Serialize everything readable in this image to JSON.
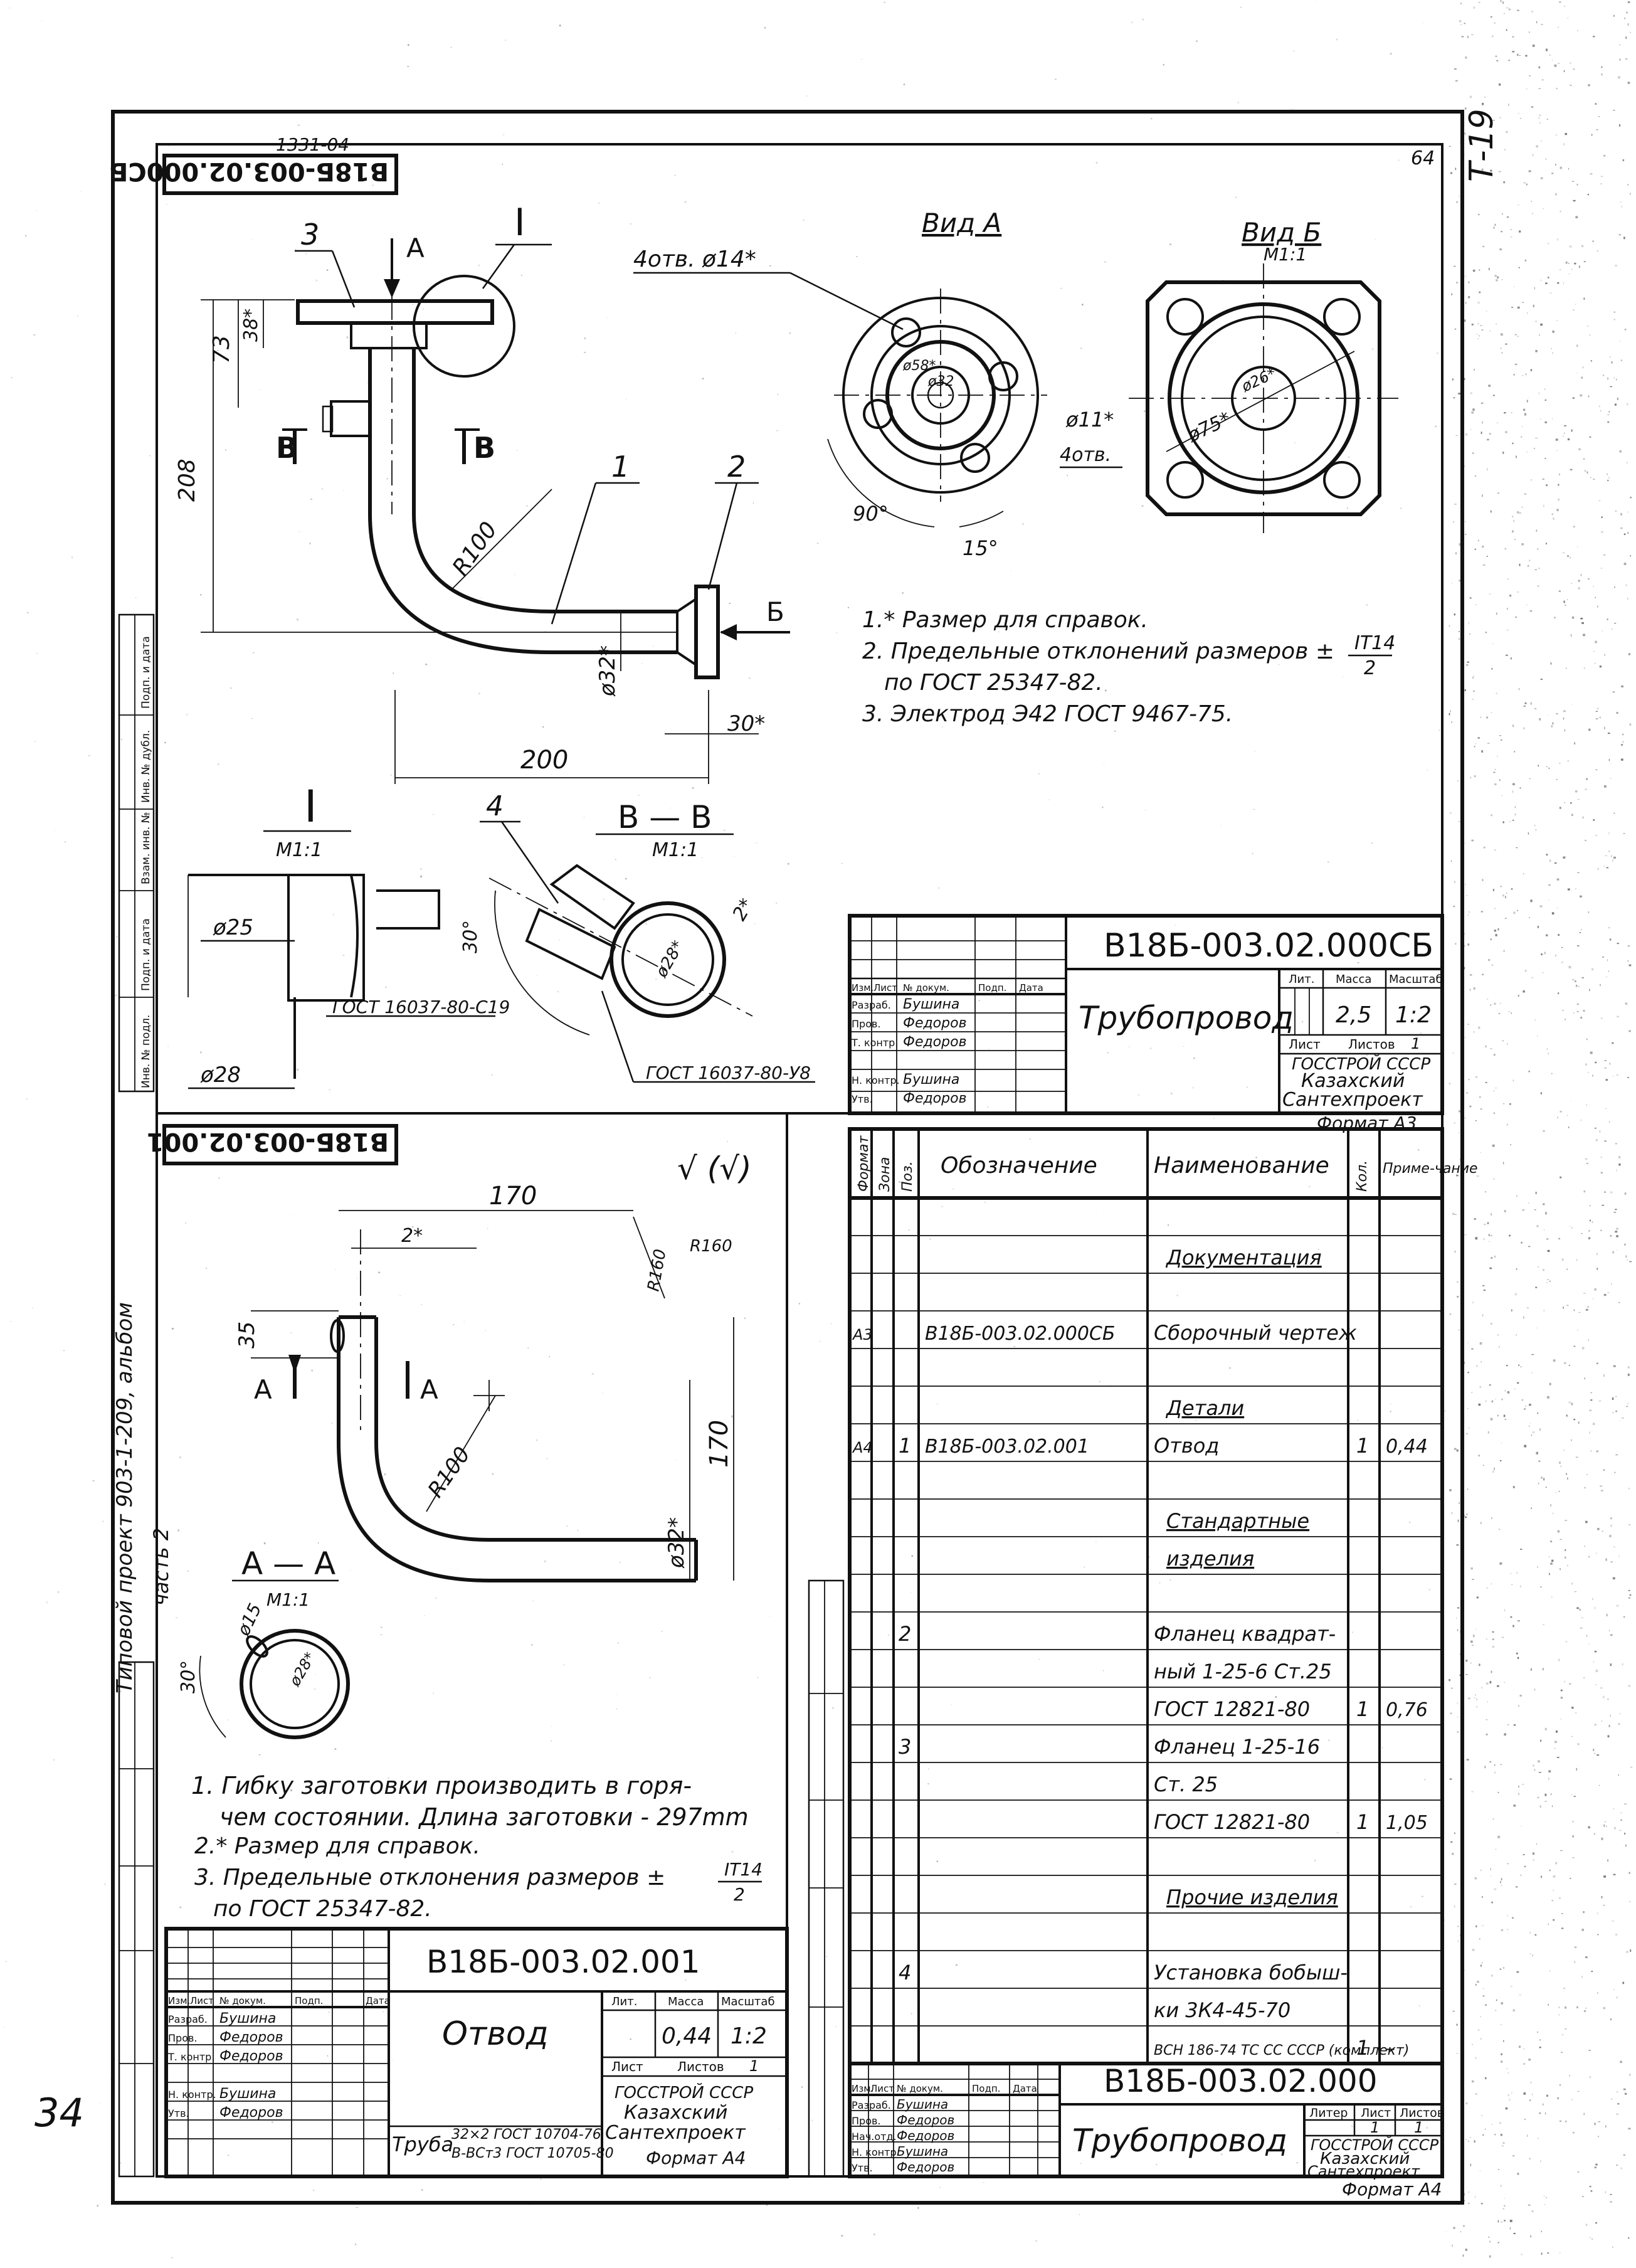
{
  "sheet": {
    "page_number_left": "34",
    "sheet_number_corner": "64",
    "margin_handwritten": "Т-19",
    "left_margin_note_1": "Типовой проект 903-1-209, альбом",
    "left_margin_note_2": "часть 2",
    "margin_labels": [
      "Подп. и дата",
      "Инв. № дубл.",
      "Взам. инв. №",
      "Подп. и дата",
      "Инв. № подл."
    ]
  },
  "assembly_drawing": {
    "stamp_code_rotated": "В18Б-003.02.000СБ",
    "stamp_prefix": "1331-04",
    "view_a_title": "Вид А",
    "view_b_title": "Вид Б",
    "view_b_scale": "М1:1",
    "section_bb_title": "В — В",
    "section_bb_scale": "М1:1",
    "detail_i_title": "I",
    "detail_i_scale": "М1:1",
    "labels": {
      "pos_1": "1",
      "pos_2": "2",
      "pos_3": "3",
      "pos_4": "4",
      "detail_callout": "I",
      "arrow_a": "А",
      "arrow_b": "Б",
      "section_b_left": "В",
      "section_b_right": "В"
    },
    "dims": {
      "d38": "38*",
      "d73": "73",
      "d208": "208",
      "r100": "R100",
      "d32": "ø32*",
      "d30": "30*",
      "d200": "200",
      "holes_view_a": "4отв. ø14*",
      "d58": "ø58*",
      "d32a": "ø32",
      "d11": "ø11*",
      "holes_view_b": "4отв.",
      "d75": "ø75*",
      "d26": "ø26*",
      "angle90": "90°",
      "angle15": "15°",
      "d25": "ø25",
      "d28": "ø28",
      "gost_weld_1": "ГОСТ 16037-80-С19",
      "angle30": "30°",
      "d28b": "ø28*",
      "d2": "2*",
      "gost_weld_2": "ГОСТ 16037-80-У8"
    },
    "notes": [
      "1.* Размер для справок.",
      "2. Предельные отклонений размеров ±",
      "по ГОСТ 25347-82.",
      "3. Электрод Э42 ГОСТ 9467-75."
    ],
    "notes_fraction_top": "IT14",
    "notes_fraction_bottom": "2",
    "title_block": {
      "code": "В18Б-003.02.000СБ",
      "name": "Трубопровод",
      "lit_label": "Лит.",
      "mass_label": "Масса",
      "scale_label": "Масштаб",
      "mass": "2,5",
      "scale": "1:2",
      "sheet_label": "Лист",
      "sheets_label": "Листов",
      "sheets": "1",
      "org_1": "ГОССТРОЙ СССР",
      "org_2": "Казахский",
      "org_3": "Сантехпроект",
      "format": "Формат А3",
      "col_headers": [
        "Изм.",
        "Лист",
        "№ докум.",
        "Подп.",
        "Дата"
      ],
      "rows": [
        {
          "role": "Разраб.",
          "name": "Бушина"
        },
        {
          "role": "Пров.",
          "name": "Федоров"
        },
        {
          "role": "Т. контр.",
          "name": "Федоров"
        },
        {
          "role": "",
          "name": ""
        },
        {
          "role": "Н. контр.",
          "name": "Бушина"
        },
        {
          "role": "Утв.",
          "name": "Федоров"
        }
      ]
    }
  },
  "part_drawing": {
    "stamp_code_rotated": "В18Б-003.02.001",
    "roughness": "√ (√)",
    "section_aa_title": "А — А",
    "section_aa_scale": "М1:1",
    "dims": {
      "d170": "170",
      "d2": "2*",
      "r160a": "R160",
      "r160b": "R160",
      "d35": "35",
      "d170v": "170",
      "r100": "R100",
      "d32": "ø32*",
      "arrow_a_left": "А",
      "arrow_a_right": "А",
      "d15": "ø15",
      "d30": "30°",
      "d28": "ø28*"
    },
    "notes": [
      "1. Гибку заготовки производить в горя-",
      "чем состоянии. Длина заготовки - 297mm",
      "2.* Размер для справок.",
      "3. Предельные отклонения размеров ±",
      "по ГОСТ 25347-82."
    ],
    "notes_fraction_top": "IT14",
    "notes_fraction_bottom": "2",
    "title_block": {
      "code": "В18Б-003.02.001",
      "name": "Отвод",
      "lit_label": "Лит.",
      "mass_label": "Масса",
      "scale_label": "Масштаб",
      "mass": "0,44",
      "scale": "1:2",
      "sheet_label": "Лист",
      "sheets_label": "Листов",
      "sheets": "1",
      "material_1": "Труба",
      "material_2": "32×2 ГОСТ 10704-76",
      "material_3": "В-ВСт3 ГОСТ 10705-80",
      "org_1": "ГОССТРОЙ СССР",
      "org_2": "Казахский",
      "org_3": "Сантехпроект",
      "format": "Формат А4",
      "col_headers": [
        "Изм.",
        "Лист",
        "№ докум.",
        "Подп.",
        "Дата"
      ],
      "rows": [
        {
          "role": "Разраб.",
          "name": "Бушина"
        },
        {
          "role": "Пров.",
          "name": "Федоров"
        },
        {
          "role": "Т. контр.",
          "name": "Федоров"
        },
        {
          "role": "",
          "name": ""
        },
        {
          "role": "Н. контр.",
          "name": "Бушина"
        },
        {
          "role": "Утв.",
          "name": "Федоров"
        }
      ]
    }
  },
  "spec": {
    "headers": [
      "Формат",
      "Зона",
      "Поз.",
      "Обозначение",
      "Наименование",
      "Кол.",
      "Приме-чание"
    ],
    "rows": [
      {
        "fmt": "",
        "zone": "",
        "pos": "",
        "code": "",
        "name": "",
        "qty": "",
        "note": "",
        "section": false
      },
      {
        "fmt": "",
        "zone": "",
        "pos": "",
        "code": "",
        "name": "Документация",
        "qty": "",
        "note": "",
        "section": true
      },
      {
        "fmt": "",
        "zone": "",
        "pos": "",
        "code": "",
        "name": "",
        "qty": "",
        "note": "",
        "section": false
      },
      {
        "fmt": "А3",
        "zone": "",
        "pos": "",
        "code": "В18Б-003.02.000СБ",
        "name": "Сборочный чертеж",
        "qty": "",
        "note": "",
        "section": false
      },
      {
        "fmt": "",
        "zone": "",
        "pos": "",
        "code": "",
        "name": "",
        "qty": "",
        "note": "",
        "section": false
      },
      {
        "fmt": "",
        "zone": "",
        "pos": "",
        "code": "",
        "name": "Детали",
        "qty": "",
        "note": "",
        "section": true
      },
      {
        "fmt": "А4",
        "zone": "",
        "pos": "1",
        "code": "В18Б-003.02.001",
        "name": "Отвод",
        "qty": "1",
        "note": "0,44",
        "section": false
      },
      {
        "fmt": "",
        "zone": "",
        "pos": "",
        "code": "",
        "name": "",
        "qty": "",
        "note": "",
        "section": false
      },
      {
        "fmt": "",
        "zone": "",
        "pos": "",
        "code": "",
        "name": "Стандартные",
        "qty": "",
        "note": "",
        "section": true
      },
      {
        "fmt": "",
        "zone": "",
        "pos": "",
        "code": "",
        "name": "изделия",
        "qty": "",
        "note": "",
        "section": true
      },
      {
        "fmt": "",
        "zone": "",
        "pos": "",
        "code": "",
        "name": "",
        "qty": "",
        "note": "",
        "section": false
      },
      {
        "fmt": "",
        "zone": "",
        "pos": "2",
        "code": "",
        "name": "Фланец квадрат-",
        "qty": "",
        "note": "",
        "section": false
      },
      {
        "fmt": "",
        "zone": "",
        "pos": "",
        "code": "",
        "name": "ный 1-25-6 Ст.25",
        "qty": "",
        "note": "",
        "section": false
      },
      {
        "fmt": "",
        "zone": "",
        "pos": "",
        "code": "",
        "name": "ГОСТ 12821-80",
        "qty": "1",
        "note": "0,76",
        "section": false
      },
      {
        "fmt": "",
        "zone": "",
        "pos": "3",
        "code": "",
        "name": "Фланец 1-25-16",
        "qty": "",
        "note": "",
        "section": false
      },
      {
        "fmt": "",
        "zone": "",
        "pos": "",
        "code": "",
        "name": "Ст. 25",
        "qty": "",
        "note": "",
        "section": false
      },
      {
        "fmt": "",
        "zone": "",
        "pos": "",
        "code": "",
        "name": "ГОСТ 12821-80",
        "qty": "1",
        "note": "1,05",
        "section": false
      },
      {
        "fmt": "",
        "zone": "",
        "pos": "",
        "code": "",
        "name": "",
        "qty": "",
        "note": "",
        "section": false
      },
      {
        "fmt": "",
        "zone": "",
        "pos": "",
        "code": "",
        "name": "Прочие изделия",
        "qty": "",
        "note": "",
        "section": true
      },
      {
        "fmt": "",
        "zone": "",
        "pos": "",
        "code": "",
        "name": "",
        "qty": "",
        "note": "",
        "section": false
      },
      {
        "fmt": "",
        "zone": "",
        "pos": "4",
        "code": "",
        "name": "Установка бобыш-",
        "qty": "",
        "note": "",
        "section": false
      },
      {
        "fmt": "",
        "zone": "",
        "pos": "",
        "code": "",
        "name": "ки 3К4-45-70",
        "qty": "",
        "note": "",
        "section": false
      },
      {
        "fmt": "",
        "zone": "",
        "pos": "",
        "code": "",
        "name": "ВСН 186-74 ТС СС СССР (комплект)",
        "qty": "1",
        "note": "–",
        "section": false
      }
    ],
    "title_block": {
      "code": "В18Б-003.02.000",
      "name": "Трубопровод",
      "lit_label": "Литер",
      "sheet_label": "Лист",
      "sheets_label": "Листов",
      "sheet": "1",
      "sheets": "1",
      "org_1": "ГОССТРОЙ СССР",
      "org_2": "Казахский",
      "org_3": "Сантехпроект",
      "format": "Формат А4",
      "col_headers": [
        "Изм.",
        "Лист",
        "№ докум.",
        "Подп.",
        "Дата"
      ],
      "rows": [
        {
          "role": "Разраб.",
          "name": "Бушина"
        },
        {
          "role": "Пров.",
          "name": "Федоров"
        },
        {
          "role": "Нач.отд.",
          "name": "Федоров"
        },
        {
          "role": "Н. контр.",
          "name": "Бушина"
        },
        {
          "role": "Утв.",
          "name": "Федоров"
        }
      ]
    }
  }
}
